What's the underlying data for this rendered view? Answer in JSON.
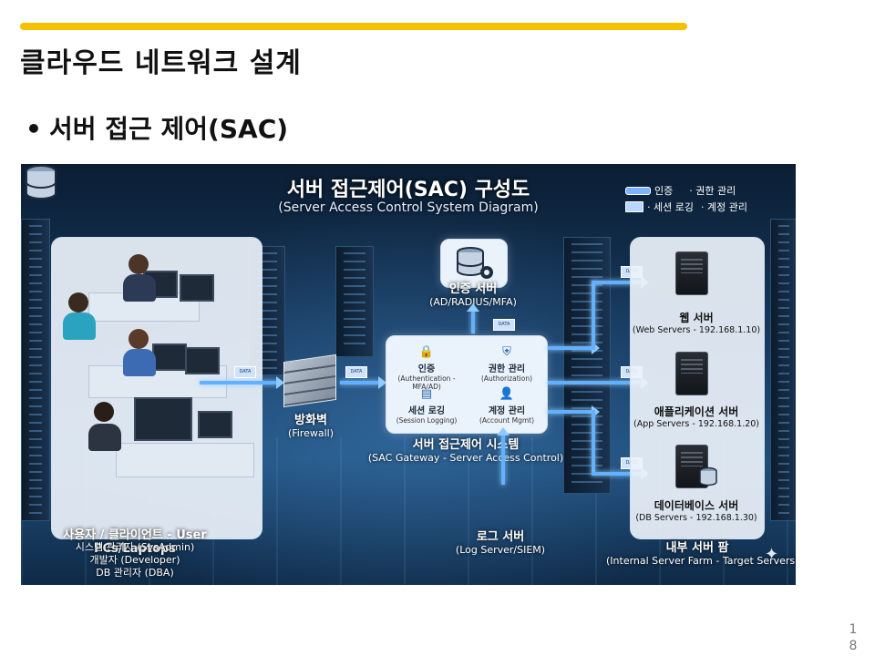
{
  "slide": {
    "title": "클라우드 네트워크 설계",
    "bullet": "서버 접근 제어(SAC)",
    "bullet_marker": "•",
    "page_number_line1": "1",
    "page_number_line2": "8",
    "accent_color": "#f5c000"
  },
  "diagram": {
    "title": "서버 접근제어(SAC) 구성도",
    "subtitle": "(Server Access Control System Diagram)",
    "legend": {
      "item1": "인증",
      "item2": "· 권한 관리",
      "item3": "· 세션 로깅",
      "item4": "· 계정 관리"
    },
    "users": {
      "title": "사용자 / 클라이언트 - User PCs/Laptops",
      "line1": "시스템 관리자 (SysAdmin)",
      "line2": "개발자 (Developer)",
      "line3": "DB 관리자 (DBA)"
    },
    "firewall": {
      "ko": "방화벽",
      "en": "(Firewall)"
    },
    "auth_server": {
      "ko": "인증 서버",
      "en": "(AD/RADIUS/MFA)"
    },
    "sac": {
      "ko": "서버 접근제어 시스템",
      "en": "(SAC Gateway - Server Access Control)",
      "items": [
        {
          "ko": "인증",
          "en": "(Authentication - MFA/AD)",
          "icon": "lock-icon",
          "glyph": "🔒"
        },
        {
          "ko": "권한 관리",
          "en": "(Authorization)",
          "icon": "shield-icon",
          "glyph": "⛨"
        },
        {
          "ko": "세션 로깅",
          "en": "(Session Logging)",
          "icon": "document-icon",
          "glyph": "▤"
        },
        {
          "ko": "계정 관리",
          "en": "(Account Mgmt)",
          "icon": "user-icon",
          "glyph": "👤"
        }
      ]
    },
    "log_server": {
      "ko": "로그 서버",
      "en": "(Log Server/SIEM)"
    },
    "servers": {
      "web": {
        "ko": "웹 서버",
        "en": "(Web Servers - 192.168.1.10)"
      },
      "app": {
        "ko": "애플리케이션 서버",
        "en": "(App Servers - 192.168.1.20)"
      },
      "db": {
        "ko": "데이터베이스 서버",
        "en": "(DB Servers - 192.168.1.30)"
      },
      "farm_ko": "내부 서버 팜",
      "farm_en": "(Internal Server Farm - Target Servers)"
    },
    "packet_label": "DATA"
  }
}
